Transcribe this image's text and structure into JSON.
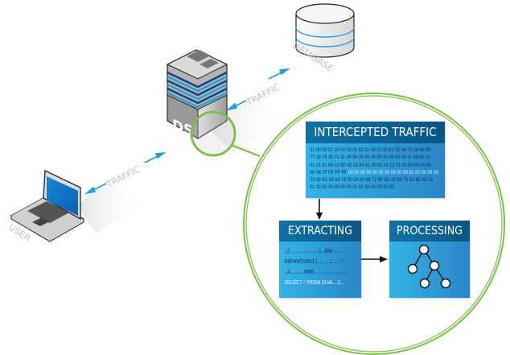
{
  "nodes": {
    "user": {
      "label": "USER"
    },
    "server": {
      "label": "DS"
    },
    "database": {
      "label": "DATABASE"
    }
  },
  "links": [
    {
      "from": "user",
      "to": "server",
      "label": "TRAFFIC"
    },
    {
      "from": "server",
      "to": "database",
      "label": "TRAFFIC"
    }
  ],
  "panels": {
    "intercepted": {
      "title": "INTERCEPTED TRAFFIC",
      "lines": [
        "01 00 00 01 10 00 00 01 62 01 00 07 00 61 35 68 73 39 66 69",
        "77 32 76 39 73 31 00 56 00 00 06 00 00 00 00 00 11 69 00 01",
        "01 01 01 69 03 5E 00 02 80 61 00 01 01 12 01 01 00 00 00 00",
        "00 04 7F FF FF FF",
        "73 65 6C 65 63 74 20 2A 20 66 72 6F 6D 20 64 75 61 6C 01 01",
        "01 32 00 00 00 00 00 01 01 00 00 00 00 00"
      ],
      "highlight_tail": "00 00 00 00 00 00 00 00 00 00 01 00 00 00 00"
    },
    "extracting": {
      "title": "EXTRACTING",
      "lines": [
        "..2.......................L..A5K.......",
        "S9FHW2V9S1.(..........L......^",
        "..A...........RRR...........................",
        "SELECT * FROM DUAL...2..."
      ]
    },
    "processing": {
      "title": "PROCESSING",
      "icon": "tree-diagram-icon"
    }
  },
  "colors": {
    "accent_green": "#7ac143",
    "header_blue": "#0e6a9e",
    "body_blue": "#2fa5de",
    "arrow_blue": "#1ea1dd",
    "label_gray": "#bfbfbf"
  }
}
